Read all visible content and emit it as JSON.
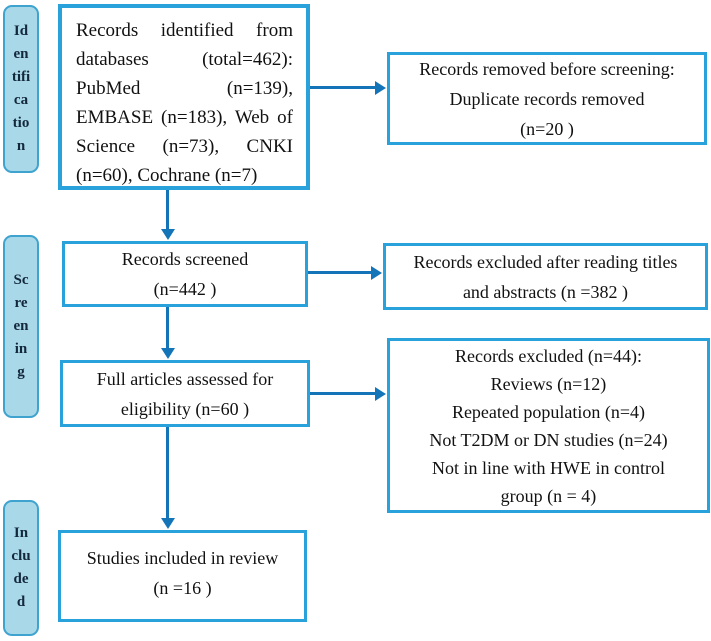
{
  "theme": {
    "box_border": "#29a2dc",
    "arrow": "#1474b8",
    "sidebar_fill": "#a9d8e8",
    "sidebar_border": "#3ea3cf",
    "sidebar_text": "#14283c",
    "text": "#111111",
    "background": "#ffffff"
  },
  "sidebar": {
    "identification": {
      "label": "Identification",
      "lines": [
        "Id",
        "en",
        "tifi",
        "ca",
        "tio",
        "n"
      ]
    },
    "screening": {
      "label": "Screening",
      "lines": [
        "Sc",
        "re",
        "en",
        "in",
        "g"
      ]
    },
    "included": {
      "label": "Included",
      "lines": [
        "In",
        "clu",
        "de",
        "d"
      ]
    }
  },
  "boxes": {
    "identified": {
      "lines": [
        "Records identified from",
        "databases (total=462):",
        "PubMed (n=139),",
        "EMBASE (n=183), Web of",
        "Science (n=73), CNKI",
        "(n=60), Cochrane (n=7)"
      ]
    },
    "removed": {
      "lines": [
        "Records removed before screening:",
        "Duplicate records removed",
        "(n=20 )"
      ]
    },
    "screened": {
      "lines": [
        "Records screened",
        "(n=442 )"
      ]
    },
    "excluded_titles": {
      "lines": [
        "Records excluded after reading titles",
        "and abstracts (n =382 )"
      ]
    },
    "full_articles": {
      "lines": [
        "Full articles assessed for",
        "eligibility (n=60 )"
      ]
    },
    "excluded_full": {
      "lines": [
        "Records excluded (n=44):",
        "Reviews (n=12)",
        "Repeated population (n=4)",
        "Not T2DM or DN studies (n=24)",
        "Not in line with HWE in control",
        "group (n = 4)"
      ]
    },
    "included_review": {
      "lines": [
        "Studies included in review",
        "(n =16 )"
      ]
    }
  }
}
